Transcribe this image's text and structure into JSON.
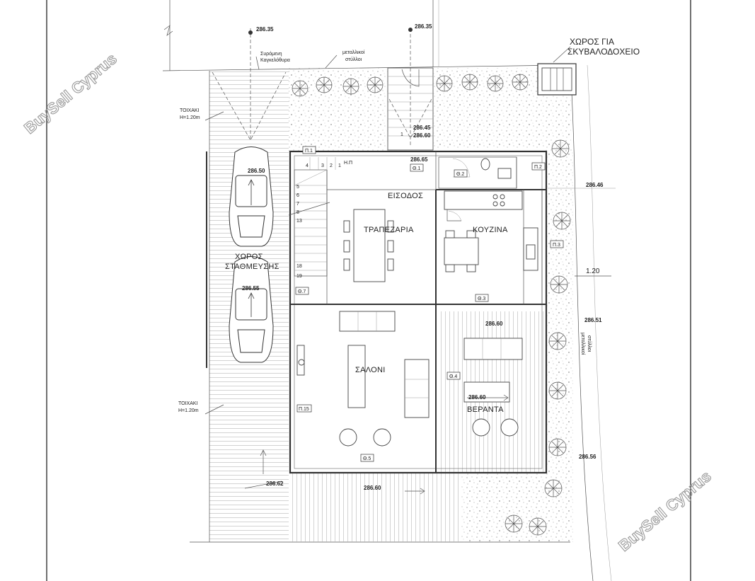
{
  "watermark": "BuySell Cyprus",
  "labels": {
    "bin_area_line1": "ΧΩΡΟΣ ΓΙΑ",
    "bin_area_line2": "ΣΚΥΒΑΛΟΔΟΧΕΙΟ",
    "sliding_gate_line1": "Συρόμενη",
    "sliding_gate_line2": "Καγκελόθυρα",
    "metal_posts_line1": "μεταλλικοί",
    "metal_posts_line2": "στύλλοι",
    "wall_top_line1": "ΤΟΙΧΑΚΙ",
    "wall_top_line2": "Η=1.20m",
    "wall_bottom_line1": "ΤΟΙΧΑΚΙ",
    "wall_bottom_line2": "Η=1.20m",
    "parking_line1": "ΧΩΡΟΣ",
    "parking_line2": "ΣΤΑΘΜΕΥΣΗΣ",
    "entrance": "ΕΙΣΟΔΟΣ",
    "dining": "ΤΡΑΠΕΖΑΡΙΑ",
    "kitchen": "ΚΟΥΖΙΝΑ",
    "living": "ΣΑΛΟΝΙ",
    "veranda": "ΒΕΡΑΝΤΑ",
    "metal_posts_right_line1": "μεταλλικοί",
    "metal_posts_right_line2": "στύλλοι",
    "side_dimension": "1.20",
    "hp": "Η.Π"
  },
  "elevations": {
    "top_left": "286.35",
    "top_right": "286.35",
    "stairs_top": "286.45",
    "stairs_mid": "286.60",
    "entry": "286.65",
    "car1": "286.50",
    "car2": "286.55",
    "right_top": "286.46",
    "right_mid": "286.51",
    "veranda": "286.60",
    "veranda_table": "286.60",
    "right_bottom": "286.56",
    "bottom_left": "286.62",
    "bottom_center": "286.60"
  },
  "stair_numbers": {
    "top": [
      "4",
      "3",
      "2",
      "1"
    ],
    "side": [
      "5",
      "6",
      "7",
      "8",
      "13",
      "18",
      "19"
    ],
    "outside": "1"
  },
  "tags": {
    "p1": "Π.1",
    "p2": "Π.2",
    "p3": "Π.3",
    "p15": "Π.15",
    "t1": "Θ.1",
    "t2": "Θ.2",
    "t3": "Θ.3",
    "t4": "Θ.4",
    "t5": "Θ.5",
    "t7": "Θ.7"
  }
}
